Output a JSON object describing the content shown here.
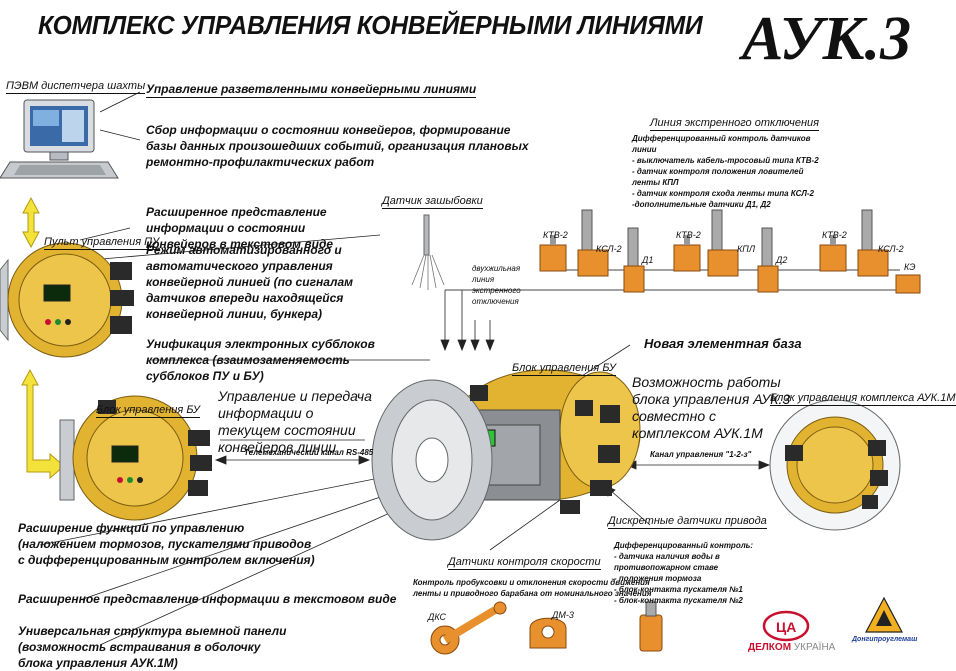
{
  "title": "КОМПЛЕКС УПРАВЛЕНИЯ КОНВЕЙЕРНЫМИ ЛИНИЯМИ",
  "brand": "АУК.3",
  "labels": {
    "pc": "ПЭВМ диспетчера шахты",
    "pult": "Пульт управления ПУ",
    "bu_left": "Блок управления БУ",
    "bu_center": "Блок управления БУ",
    "bu_right": "Блок управления комплекса АУК.1М",
    "datchik_zash": "Датчик зашыбовки",
    "line_emergency": "Линия экстренного отключения",
    "speed_sensors": "Датчики контроля скорости",
    "discrete_sensors": "Дискретные датчики привода",
    "two_wire": "двухжильная линия экстренного отключения",
    "telemech": "Телемеханический канал RS-485",
    "channel": "Канал управления \"1-2-з\""
  },
  "features": {
    "f1": "Управление разветвленными конвейерными линиями",
    "f2": "Сбор информации о состоянии конвейеров, формирование базы данных произошедших событий, организация плановых ремонтно-профилактических работ",
    "f3": "Расширенное представление информации о состоянии конвейеров в текстовом виде",
    "f4": "Режим автоматизированного и автоматического управления конвейерной линией (по сигналам датчиков впереди находящейся конвейерной линии, бункера)",
    "f5": "Унификация электронных субблоков комплекса (взаимозаменяемость субблоков ПУ и БУ)",
    "f6": "Новая элементная база",
    "f7": "Управление и передача информации о текущем состоянии конвейеров линии",
    "f8": "Возможность работы блока управления АУК.3 совместно с комплексом АУК.1М",
    "f9": "Расширение функций по управлению (наложением тормозов, пускателями приводов с дифференцированным контролем включения)",
    "f10": "Расширенное представление информации в текстовом виде",
    "f11": "Универсальная структура выемной панели (возможность встраивания в оболочку блока управления АУК.1М)"
  },
  "emergency": {
    "heading": "Дифференцированный контроль датчиков линии",
    "items": [
      "- выключатель кабель-тросовый типа КТВ-2",
      "- датчик контроля положения ловителей ленты КПЛ",
      "- датчик контроля схода ленты типа КСЛ-2",
      "-дополнительные датчики Д1, Д2"
    ]
  },
  "sensors": [
    "КТВ-2",
    "КСЛ-2",
    "Д1",
    "КТВ-2",
    "КПЛ",
    "Д2",
    "КТВ-2",
    "КСЛ-2",
    "КЭ"
  ],
  "speed": {
    "text": "Контроль пробуксовки и отклонения скорости движения ленты и приводного барабана от номинального значения",
    "dks": "ДКС",
    "dm": "ДМ-3"
  },
  "discrete": {
    "heading": "Дифференцированный контроль:",
    "items": [
      "- датчика наличия воды в противопожарном ставе",
      "- положения тормоза",
      "- блок-контакта пускателя №1",
      "- блок-контакта пускателя №2"
    ]
  },
  "logos": {
    "delcom": "ДЕЛКОМ",
    "ukraine": "УКРАЇНА",
    "donhiproug": "Донгипроуглемаш"
  },
  "colors": {
    "yellow": "#e2b331",
    "arrow": "#f2e23a",
    "orange": "#e8902e",
    "red": "#c8102e"
  }
}
